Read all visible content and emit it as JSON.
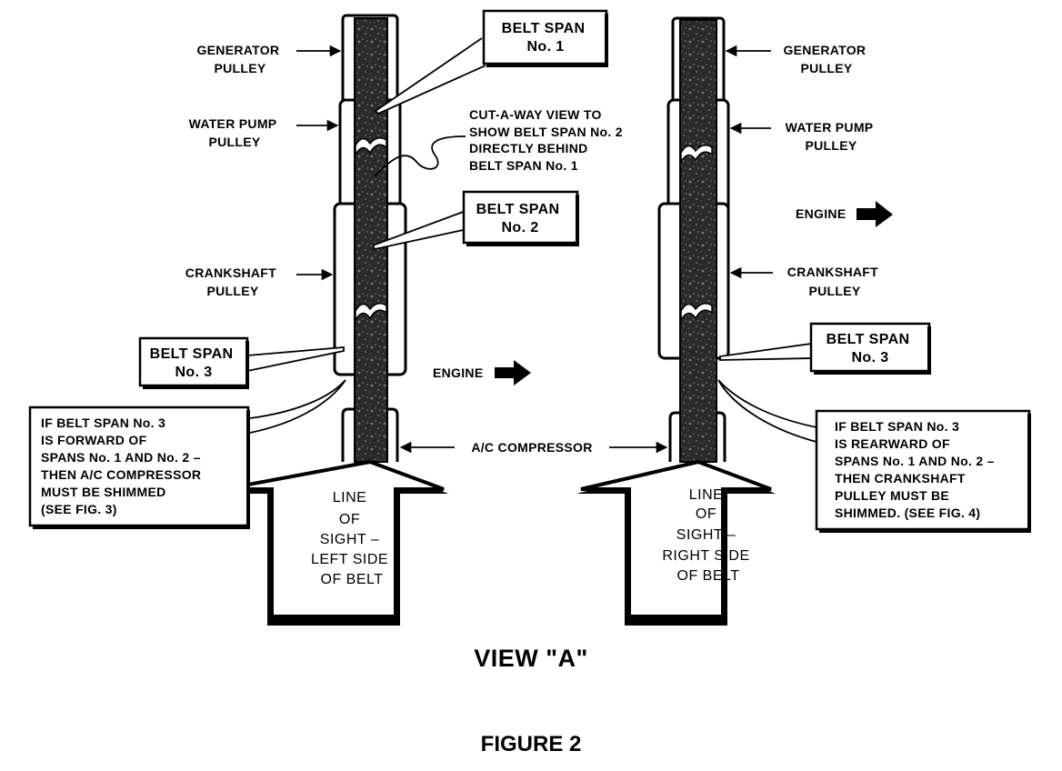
{
  "left": {
    "generator": [
      "GENERATOR",
      "PULLEY"
    ],
    "water_pump": [
      "WATER PUMP",
      "PULLEY"
    ],
    "crankshaft": [
      "CRANKSHAFT",
      "PULLEY"
    ],
    "span1": [
      "BELT SPAN",
      "No. 1"
    ],
    "span2": [
      "BELT SPAN",
      "No. 2"
    ],
    "span3": [
      "BELT SPAN",
      "No. 3"
    ],
    "cutaway": [
      "CUT-A-WAY VIEW TO",
      "SHOW BELT SPAN No. 2",
      "DIRECTLY BEHIND",
      "BELT SPAN No. 1"
    ],
    "engine": "ENGINE",
    "note": [
      "IF BELT SPAN No. 3",
      "IS FORWARD OF",
      "SPANS No. 1 AND No. 2 –",
      "THEN A/C COMPRESSOR",
      "MUST BE SHIMMED",
      "(SEE FIG. 3)"
    ],
    "sight": [
      "LINE",
      "OF",
      "SIGHT –",
      "LEFT SIDE",
      "OF BELT"
    ]
  },
  "center": {
    "compressor": "A/C COMPRESSOR"
  },
  "right": {
    "generator": [
      "GENERATOR",
      "PULLEY"
    ],
    "water_pump": [
      "WATER PUMP",
      "PULLEY"
    ],
    "crankshaft": [
      "CRANKSHAFT",
      "PULLEY"
    ],
    "engine": "ENGINE",
    "span3": [
      "BELT SPAN",
      "No. 3"
    ],
    "note": [
      "IF BELT SPAN No. 3",
      "IS REARWARD OF",
      "SPANS No. 1 AND No. 2 –",
      "THEN CRANKSHAFT",
      "PULLEY MUST BE",
      "SHIMMED. (SEE FIG. 4)"
    ],
    "sight": [
      "LINE",
      "OF",
      "SIGHT –",
      "RIGHT SIDE",
      "OF BELT"
    ]
  },
  "view_title": "VIEW \"A\"",
  "figure_title": "FIGURE 2"
}
